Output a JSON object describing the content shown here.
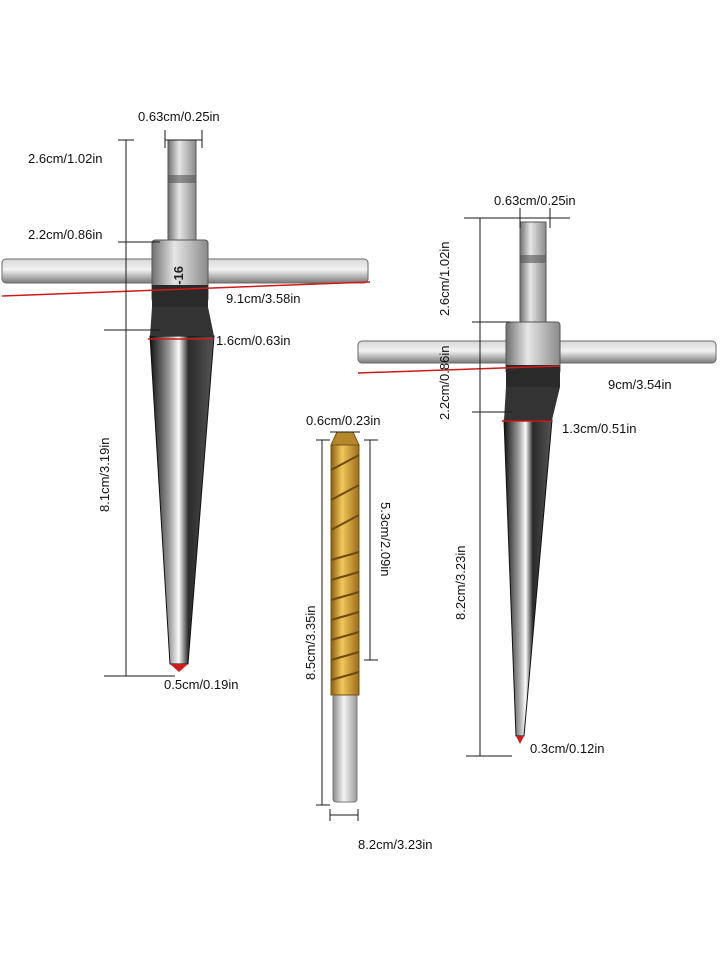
{
  "colors": {
    "background": "#ffffff",
    "dimension_line": "#1a1a1a",
    "red_marker": "#d11a1a",
    "steel": "#8c8c8c",
    "reamer_dark": "#2a2a2a",
    "titanium_gold": "#c99a2e"
  },
  "left_reamer": {
    "marking": "5-16",
    "shank_width": "0.63cm/0.25in",
    "hex_length": "2.6cm/1.02in",
    "collar_length": "2.2cm/0.86in",
    "handle_length": "9.1cm/3.58in",
    "max_diameter": "1.6cm/0.63in",
    "flute_length": "8.1cm/3.19in",
    "tip_diameter": "0.5cm/0.19in"
  },
  "right_reamer": {
    "shank_width": "0.63cm/0.25in",
    "hex_length": "2.6cm/1.02in",
    "collar_length": "2.2cm/0.86in",
    "handle_length": "9cm/3.54in",
    "max_diameter": "1.3cm/0.51in",
    "flute_length": "8.2cm/3.23in",
    "tip_diameter": "0.3cm/0.12in"
  },
  "drill_bit": {
    "diameter": "0.6cm/0.23in",
    "saw_length": "5.3cm/2.09in",
    "total_length": "8.5cm/3.35in",
    "shank_label": "8.2cm/3.23in"
  }
}
